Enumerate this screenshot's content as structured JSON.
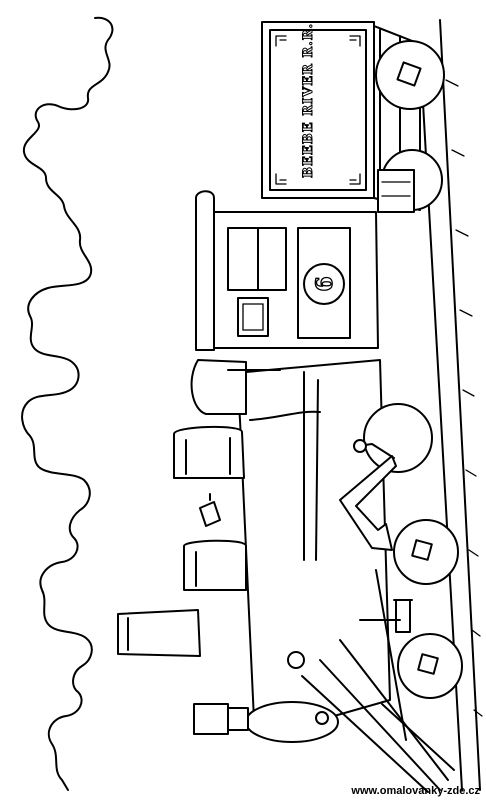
{
  "page": {
    "car_lettering": "BEEBE RIVER R.R.",
    "engine_number": "6",
    "site_credit": "www.omalovanky-zde.cz"
  }
}
